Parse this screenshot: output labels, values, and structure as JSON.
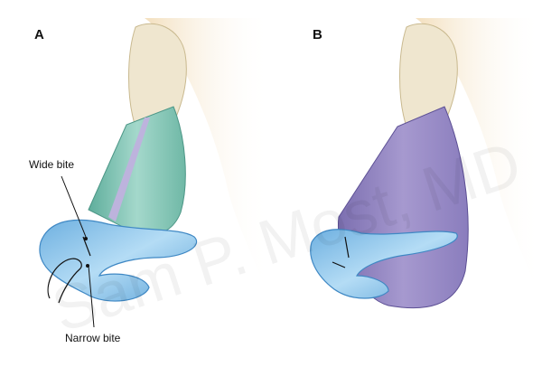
{
  "panels": [
    {
      "letter": "A",
      "colors": {
        "upper_cartilage": "#7fc4b4",
        "lower_cartilage": "#8cc4ea"
      }
    },
    {
      "letter": "B",
      "colors": {
        "upper_cartilage": "#9b8ec4",
        "lower_cartilage": "#8cc4ea"
      }
    }
  ],
  "labels": {
    "wide_bite": "Wide bite",
    "narrow_bite": "Narrow bite"
  },
  "watermark": "Sam P. Most, MD",
  "colors": {
    "skin": "#f3dfbd",
    "bone": "#efe6cf",
    "suture": "#111111"
  }
}
